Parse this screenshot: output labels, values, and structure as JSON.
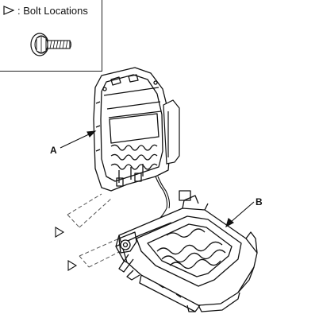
{
  "legend": {
    "text": ": Bolt Locations",
    "icon": "bolt-location-triangle-icon",
    "bolt_icon": "bolt-icon"
  },
  "callouts": {
    "seat_back": "A",
    "seat_cushion": "B"
  }
}
